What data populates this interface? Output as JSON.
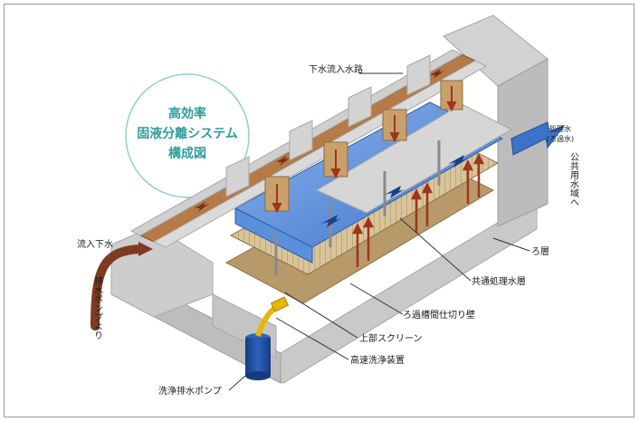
{
  "diagram": {
    "title_lines": [
      "高効率",
      "固液分離システム",
      "構成図"
    ],
    "labels": {
      "inlet_channel": "下水流入水路",
      "treated_water_line1": "処理水",
      "treated_water_line2": "(ろ過水)",
      "public_waters": "公共用水域へ",
      "inflow_sewage": "流入下水",
      "from_drain_pump": "排水ポンプより",
      "filter_layer": "ろ層",
      "common_treated_layer": "共通処理水層",
      "partition_wall": "ろ過槽間仕切り壁",
      "upper_screen": "上部スクリーン",
      "high_speed_washer": "高速洗浄装置",
      "wash_drain_pump": "洗浄排水ポンプ"
    },
    "colors": {
      "title_teal": "#2f9c9c",
      "concrete": "#d9d9d9",
      "water_blue": "#4d86d6",
      "channel_brown": "#b57a45",
      "flow_arrow_red": "#a0341f",
      "pump_blue": "#1f4fa0",
      "pump_yellow": "#e6b800"
    }
  }
}
